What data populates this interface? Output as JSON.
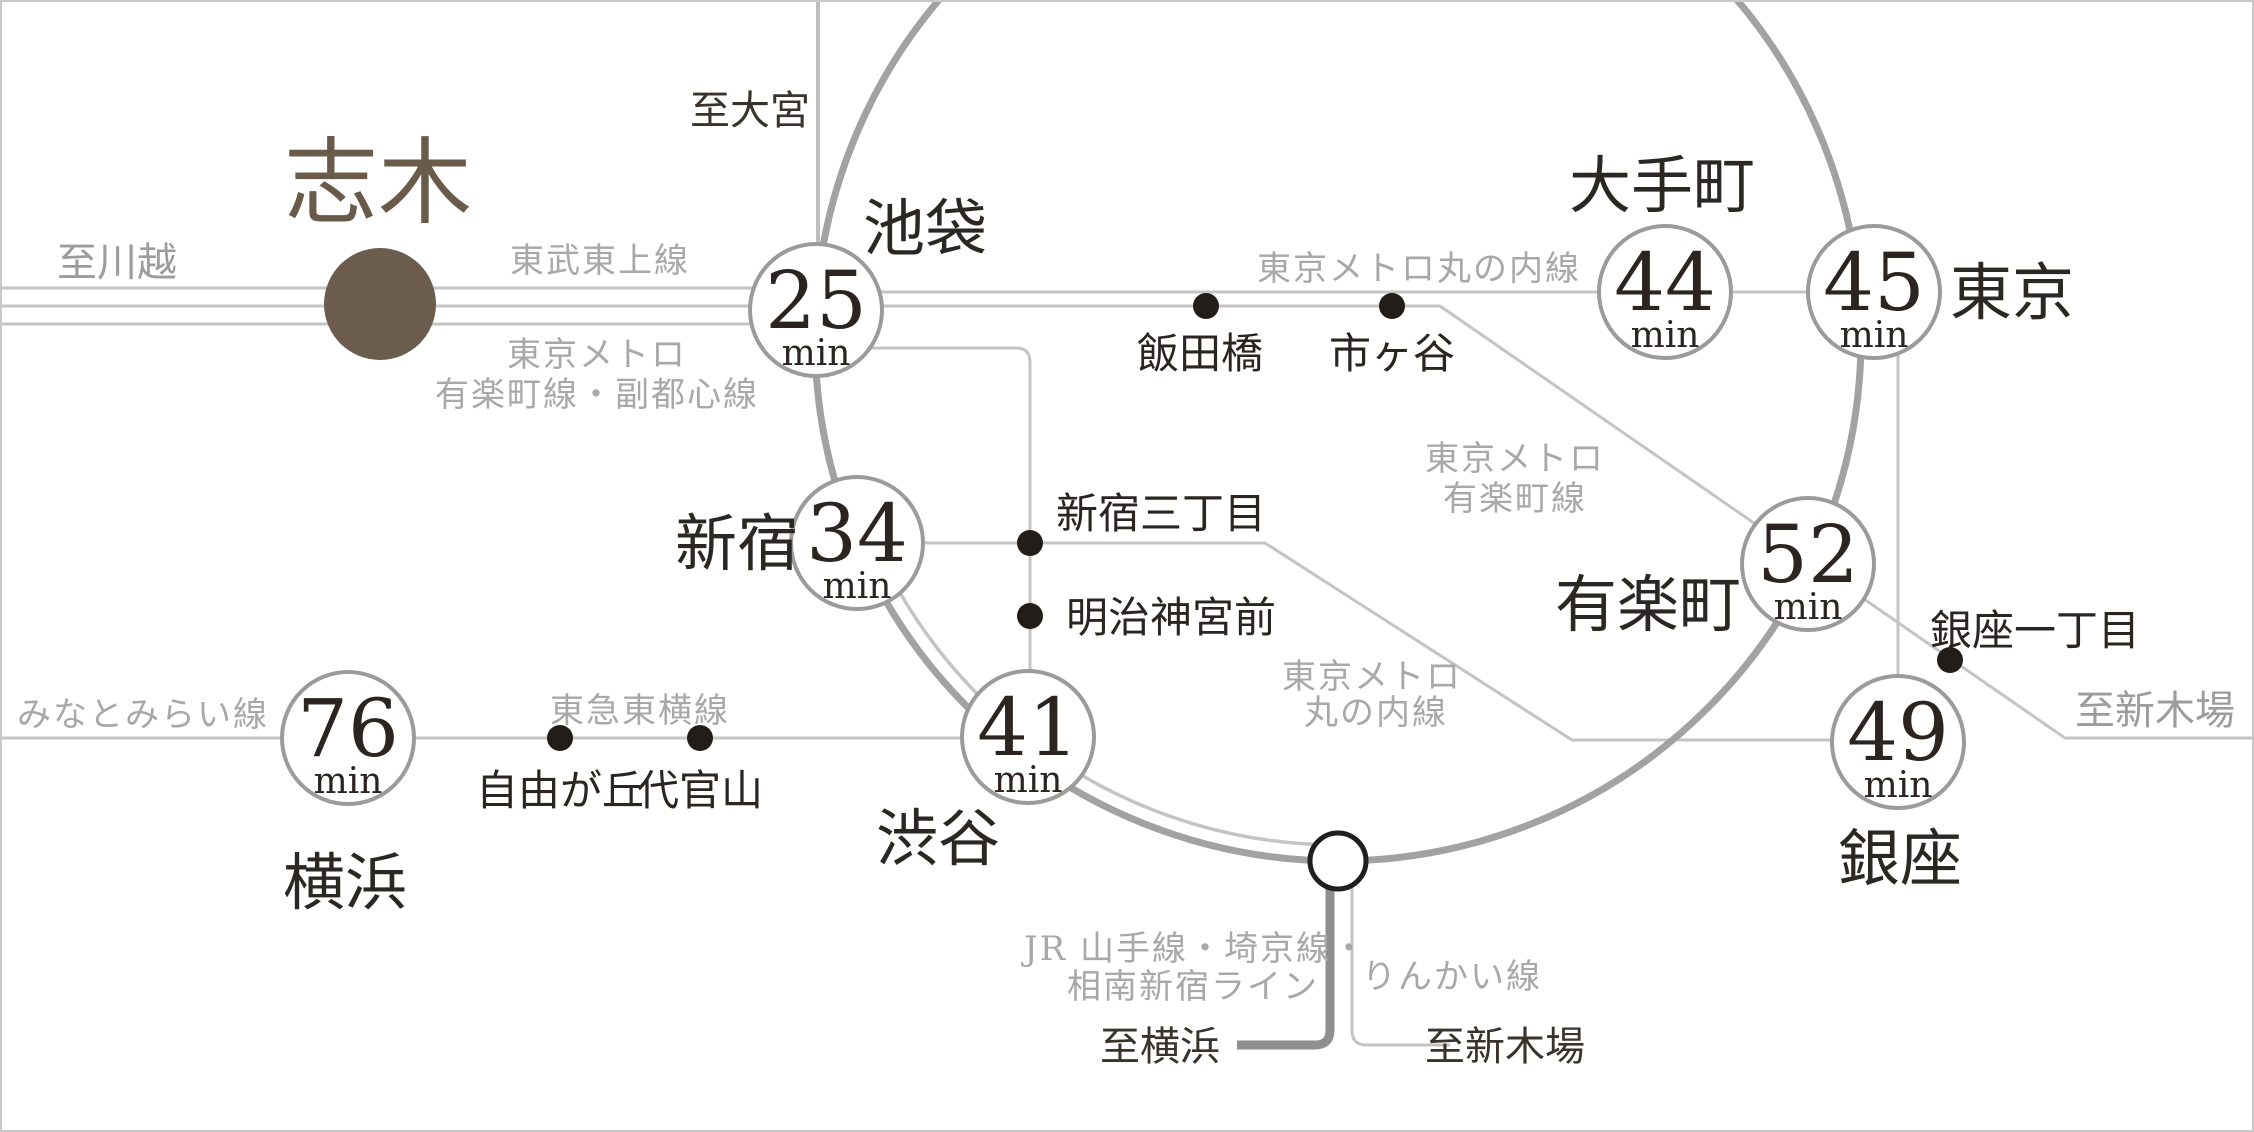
{
  "colors": {
    "brand_brown": "#6b5c4d",
    "rail_gray": "#c4c4c4",
    "loop_gray": "#a2a2a2",
    "jr_gray": "#8f8f8f",
    "text_dark": "#2b2420",
    "line_label_gray": "#a8a8a8"
  },
  "origin": {
    "name": "志木"
  },
  "hubs": [
    {
      "name": "池袋",
      "minutes": "25",
      "unit": "min"
    },
    {
      "name": "新宿",
      "minutes": "34",
      "unit": "min"
    },
    {
      "name": "渋谷",
      "minutes": "41",
      "unit": "min"
    },
    {
      "name": "大手町",
      "minutes": "44",
      "unit": "min"
    },
    {
      "name": "東京",
      "minutes": "45",
      "unit": "min"
    },
    {
      "name": "有楽町",
      "minutes": "52",
      "unit": "min"
    },
    {
      "name": "銀座",
      "minutes": "49",
      "unit": "min"
    },
    {
      "name": "横浜",
      "minutes": "76",
      "unit": "min"
    }
  ],
  "stations": [
    {
      "name": "飯田橋"
    },
    {
      "name": "市ヶ谷"
    },
    {
      "name": "新宿三丁目"
    },
    {
      "name": "明治神宮前"
    },
    {
      "name": "銀座一丁目"
    },
    {
      "name": "自由が丘"
    },
    {
      "name": "代官山"
    }
  ],
  "line_labels": {
    "tobu_tojo": "東武東上線",
    "metro_yf_1": "東京メトロ",
    "metro_yf_2": "有楽町線・副都心線",
    "marunouchi_north": "東京メトロ丸の内線",
    "metro_yurakucho_1": "東京メトロ",
    "metro_yurakucho_2": "有楽町線",
    "marunouchi_mid_1": "東京メトロ",
    "marunouchi_mid_2": "丸の内線",
    "toyoko": "東急東横線",
    "minatomirai": "みなとみらい線",
    "jr_1": "JR 山手線・埼京線・",
    "jr_2": "相南新宿ライン",
    "rinkai": "りんかい線"
  },
  "directions": {
    "kawagoe": "至川越",
    "omiya": "至大宮",
    "shinkiba_east": "至新木場",
    "yokohama_south": "至横浜",
    "shinkiba_south": "至新木場"
  }
}
